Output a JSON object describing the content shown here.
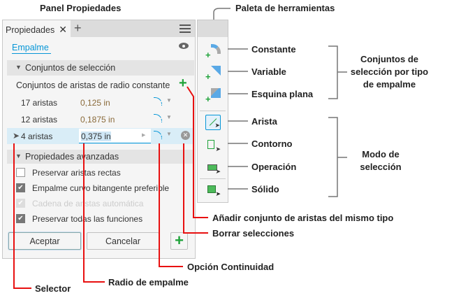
{
  "callouts": {
    "panel": "Panel Propiedades",
    "palette": "Paleta de herramientas",
    "constante": "Constante",
    "variable": "Variable",
    "esquina": "Esquina plana",
    "group1": "Conjuntos de selección por tipo de empalme",
    "arista": "Arista",
    "contorno": "Contorno",
    "operacion": "Operación",
    "solido": "Sólido",
    "group2": "Modo de selección",
    "add": "Añadir conjunto de aristas del mismo tipo",
    "clear": "Borrar selecciones",
    "continuity": "Opción Continuidad",
    "radius": "Radio de empalme",
    "selector": "Selector"
  },
  "panel": {
    "tab": "Propiedades",
    "feature": "Empalme",
    "section1": "Conjuntos de selección",
    "set_title": "Conjuntos de aristas de radio constante",
    "rows": [
      {
        "edges": "17 aristas",
        "radius": "0,125 in"
      },
      {
        "edges": "12 aristas",
        "radius": "0,1875 in"
      },
      {
        "edges": "4 aristas",
        "radius": "0,375 in"
      }
    ],
    "section2": "Propiedades avanzadas",
    "options": [
      {
        "label": "Preservar aristas rectas",
        "checked": false
      },
      {
        "label": "Empalme curvo bitangente preferible",
        "checked": true
      },
      {
        "label": "Cadena de aristas automática",
        "checked": true,
        "disabled": true
      },
      {
        "label": "Preservar todas las funciones",
        "checked": true
      }
    ],
    "ok": "Aceptar",
    "cancel": "Cancelar"
  },
  "colors": {
    "accent": "#0696d7",
    "green": "#1fa33a",
    "callout": "#e81010"
  }
}
